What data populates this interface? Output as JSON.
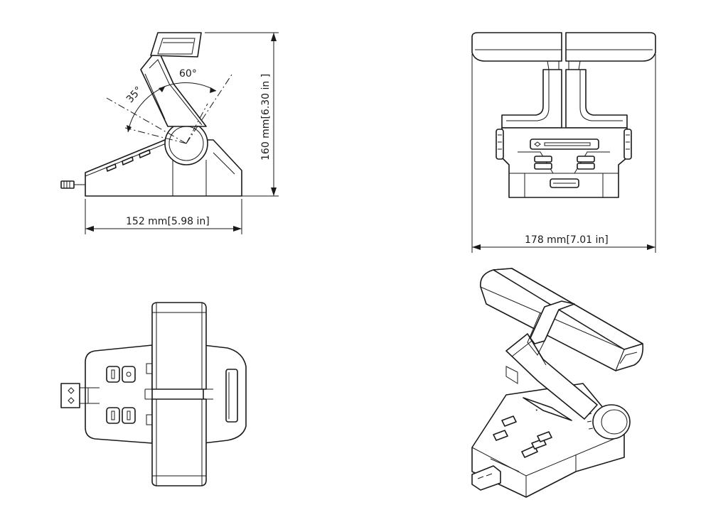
{
  "dimensions": {
    "width": "152 mm[5.98 in]",
    "height": "160 mm[6.30 in ]",
    "depth": "178 mm[7.01 in]"
  },
  "angles": {
    "back": "35°",
    "forward": "60°"
  },
  "views": [
    "side-view",
    "front-view",
    "top-view",
    "iso-view"
  ],
  "colors": {
    "line": "#1a1a1a",
    "background": "#ffffff"
  }
}
